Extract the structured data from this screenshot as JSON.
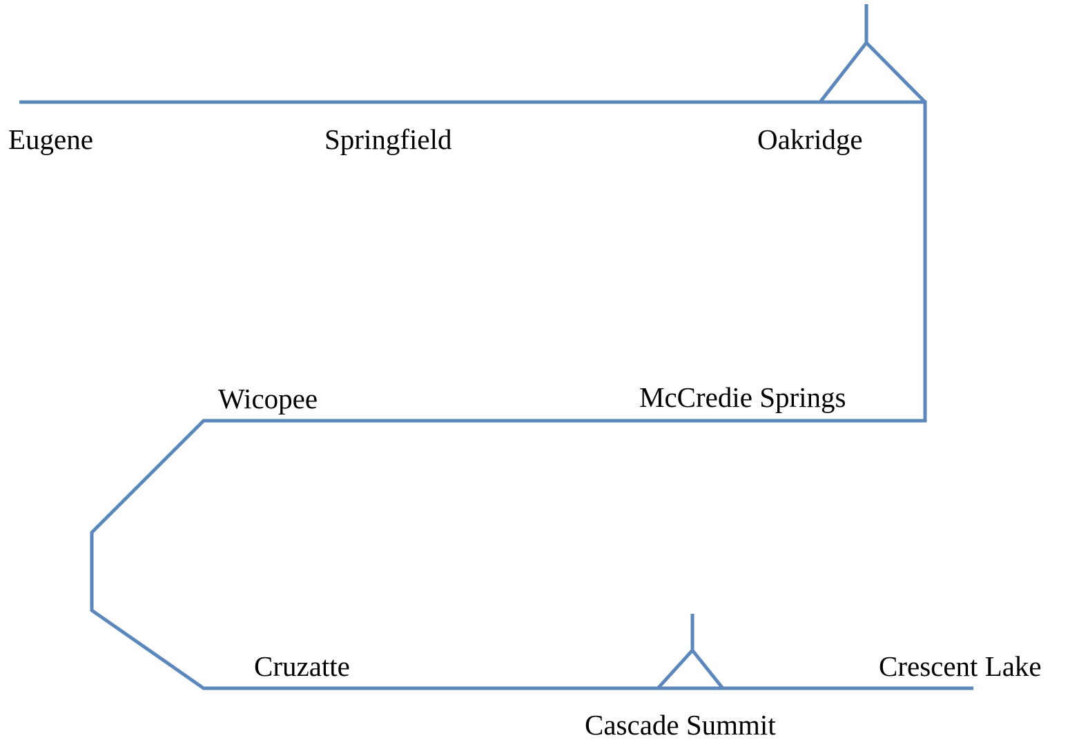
{
  "colors": {
    "track": "#5B87BD",
    "label": "#000000",
    "background": "#FFFFFF"
  },
  "stations": {
    "eugene": "Eugene",
    "springfield": "Springfield",
    "oakridge": "Oakridge",
    "mccredie_springs": "McCredie Springs",
    "wicopee": "Wicopee",
    "cruzatte": "Cruzatte",
    "cascade_summit": "Cascade Summit",
    "crescent_lake": "Crescent Lake"
  }
}
